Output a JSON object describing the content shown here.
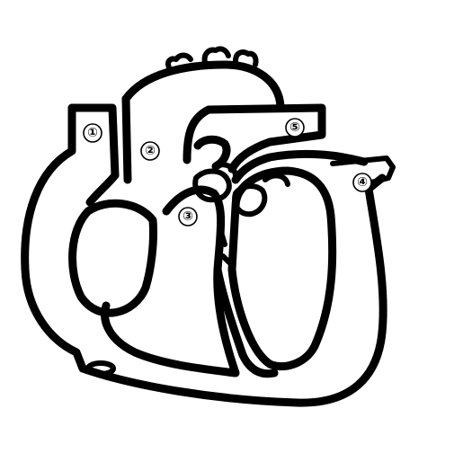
{
  "diagram": {
    "labels": [
      {
        "id": "label-1",
        "text": "①"
      },
      {
        "id": "label-2",
        "text": "②"
      },
      {
        "id": "label-3",
        "text": "③"
      },
      {
        "id": "label-4",
        "text": "④"
      },
      {
        "id": "label-5",
        "text": "⑤"
      }
    ]
  },
  "colors": {
    "line": "#000000",
    "background": "#ffffff"
  }
}
